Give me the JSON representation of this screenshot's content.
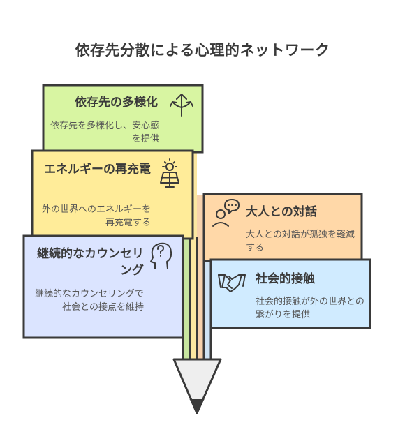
{
  "title": "依存先分散による心理的ネットワーク",
  "items": [
    {
      "title": "依存先の多様化",
      "desc": "依存先を多様化し、安心感を提供",
      "icon": "sprout-icon",
      "fill": "#d8f5a2"
    },
    {
      "title": "エネルギーの再充電",
      "desc": "外の世界へのエネルギーを再充電する",
      "icon": "solar-panel-icon",
      "fill": "#ffec99"
    },
    {
      "title": "継続的なカウンセリング",
      "desc": "継続的なカウンセリングで社会との接点を維持",
      "icon": "head-question-icon",
      "fill": "#dbe4ff"
    },
    {
      "title": "大人との対話",
      "desc": "大人との対話が孤独を軽減する",
      "icon": "conversation-icon",
      "fill": "#ffd8a8"
    },
    {
      "title": "社会的接触",
      "desc": "社会的接触が外の世界との繋がりを提供",
      "icon": "handshake-icon",
      "fill": "#d0ebff"
    }
  ]
}
